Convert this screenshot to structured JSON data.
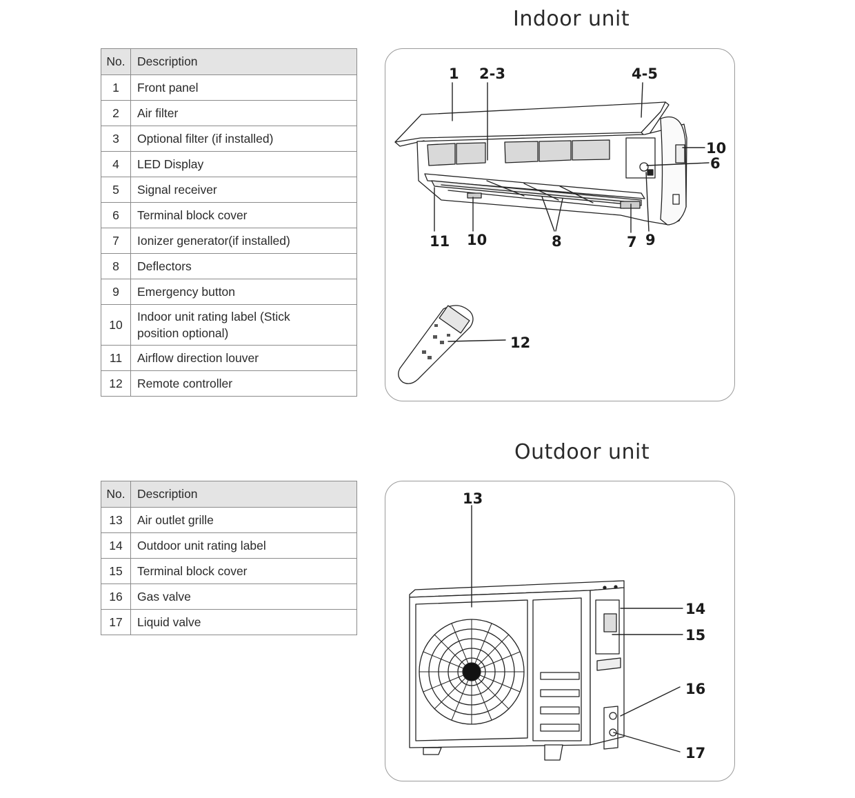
{
  "indoor": {
    "title": "Indoor unit",
    "headers": {
      "no": "No.",
      "description": "Description"
    },
    "rows": [
      {
        "no": "1",
        "description": "Front panel"
      },
      {
        "no": "2",
        "description": "Air filter"
      },
      {
        "no": "3",
        "description": "Optional filter (if installed)"
      },
      {
        "no": "4",
        "description": "LED Display"
      },
      {
        "no": "5",
        "description": "Signal receiver"
      },
      {
        "no": "6",
        "description": "Terminal block cover"
      },
      {
        "no": "7",
        "description": "Ionizer generator(if installed)"
      },
      {
        "no": "8",
        "description": "Deflectors"
      },
      {
        "no": "9",
        "description": "Emergency button"
      },
      {
        "no": "10",
        "description_line1": "Indoor unit rating label (Stick",
        "description_line2": "position optional)"
      },
      {
        "no": "11",
        "description": "Airflow direction louver"
      },
      {
        "no": "12",
        "description": "Remote controller"
      }
    ],
    "callouts": [
      "1",
      "2-3",
      "4-5",
      "10",
      "6",
      "11",
      "10",
      "8",
      "7",
      "9",
      "12"
    ]
  },
  "outdoor": {
    "title": "Outdoor unit",
    "headers": {
      "no": "No.",
      "description": "Description"
    },
    "rows": [
      {
        "no": "13",
        "description": "Air outlet grille"
      },
      {
        "no": "14",
        "description": "Outdoor unit rating label"
      },
      {
        "no": "15",
        "description": "Terminal block cover"
      },
      {
        "no": "16",
        "description": "Gas valve"
      },
      {
        "no": "17",
        "description": "Liquid valve"
      }
    ],
    "callouts": [
      "13",
      "14",
      "15",
      "16",
      "17"
    ]
  }
}
